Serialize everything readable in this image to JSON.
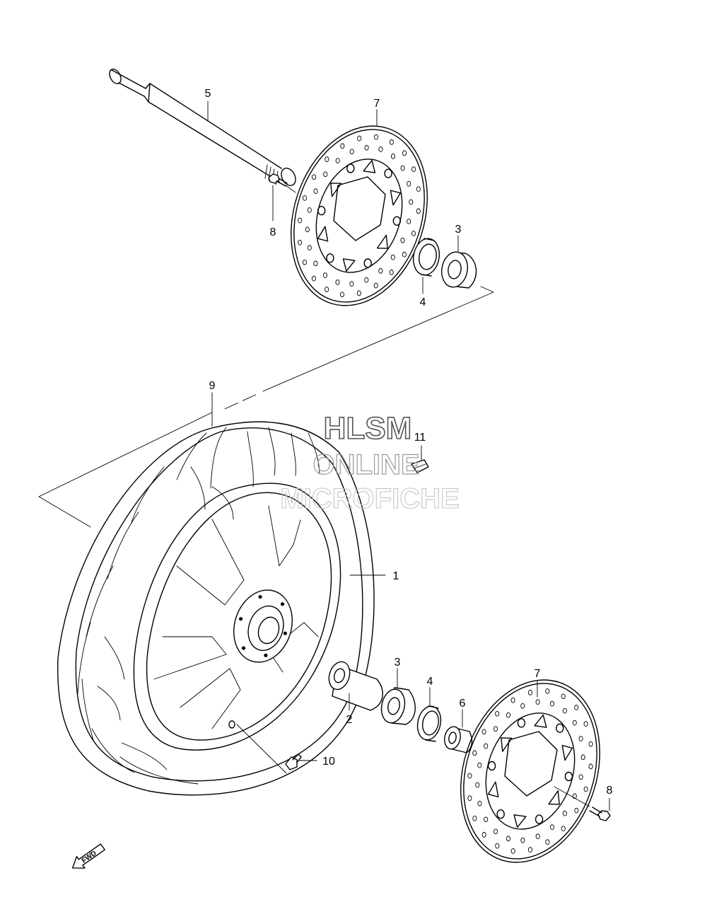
{
  "callouts": [
    {
      "id": "c5",
      "label": "5"
    },
    {
      "id": "c7a",
      "label": "7"
    },
    {
      "id": "c8a",
      "label": "8"
    },
    {
      "id": "c3a",
      "label": "3"
    },
    {
      "id": "c4a",
      "label": "4"
    },
    {
      "id": "c9",
      "label": "9"
    },
    {
      "id": "c11",
      "label": "11"
    },
    {
      "id": "c1",
      "label": "1"
    },
    {
      "id": "c2",
      "label": "2"
    },
    {
      "id": "c3b",
      "label": "3"
    },
    {
      "id": "c4b",
      "label": "4"
    },
    {
      "id": "c6",
      "label": "6"
    },
    {
      "id": "c7b",
      "label": "7"
    },
    {
      "id": "c8b",
      "label": "8"
    },
    {
      "id": "c10",
      "label": "10"
    }
  ],
  "watermark": {
    "line1": "HLSM",
    "line2": "ONLINE",
    "line3": "MICROFICHE"
  },
  "fwd_badge": "FWD"
}
